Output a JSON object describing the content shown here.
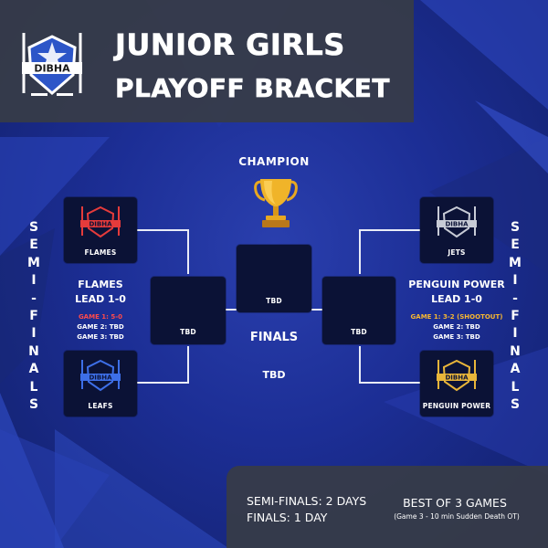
{
  "header": {
    "logo_text": "DIBHA",
    "title_line1": "JUNIOR GIRLS",
    "title_line2": "PLAYOFF BRACKET"
  },
  "side_labels": {
    "left": [
      "S",
      "E",
      "M",
      "I",
      "-",
      "F",
      "I",
      "N",
      "A",
      "L",
      "S"
    ],
    "right": [
      "S",
      "E",
      "M",
      "I",
      "-",
      "F",
      "I",
      "N",
      "A",
      "L",
      "S"
    ]
  },
  "champion": {
    "label": "CHAMPION",
    "trophy_icon": "trophy-icon",
    "box_label": "TBD"
  },
  "teams": {
    "flames": {
      "name": "FLAMES",
      "color": "#e53b3b"
    },
    "leafs": {
      "name": "LEAFS",
      "color": "#3d6fe8"
    },
    "jets": {
      "name": "JETS",
      "color": "#c7cbd6"
    },
    "penguin_power": {
      "name": "PENGUIN POWER",
      "color": "#e8b53a"
    }
  },
  "semifinal_left": {
    "title_line1": "FLAMES",
    "title_line2": "LEAD 1-0",
    "game1": "GAME 1: 5-0",
    "game2": "GAME 2: TBD",
    "game3": "GAME 3: TBD",
    "winner_box_label": "TBD"
  },
  "semifinal_right": {
    "title_line1": "PENGUIN POWER",
    "title_line2": "LEAD 1-0",
    "game1": "GAME 1: 3-2 (SHOOTOUT)",
    "game2": "GAME 2: TBD",
    "game3": "GAME 3: TBD",
    "winner_box_label": "TBD"
  },
  "finals": {
    "label": "FINALS",
    "value": "TBD"
  },
  "format": {
    "semis": "SEMI-FINALS: 2 DAYS",
    "finals": "FINALS: 1 DAY",
    "best_of": "BEST OF 3 GAMES",
    "note": "(Game 3 - 10 min Sudden Death OT)"
  },
  "colors": {
    "background": "#1c2e95",
    "panel": "#373c46",
    "box": "#0b1236",
    "game1_left": "#ff4a4a",
    "game1_right": "#f7b731",
    "trophy_gold": "#e8a820"
  }
}
